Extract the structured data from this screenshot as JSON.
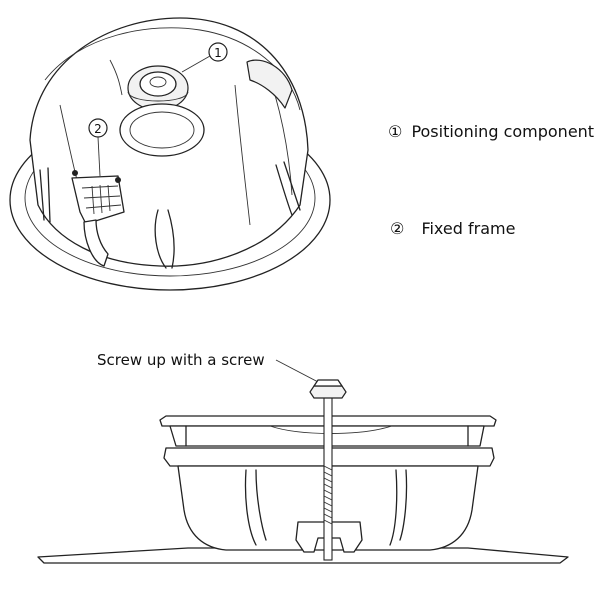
{
  "callouts": {
    "marker_1": "1",
    "marker_2": "2"
  },
  "legend": [
    {
      "symbol": "①",
      "text": "Positioning component"
    },
    {
      "symbol": "②",
      "text": "Fixed frame"
    }
  ],
  "annotation": {
    "screw_text": "Screw up with a screw"
  }
}
